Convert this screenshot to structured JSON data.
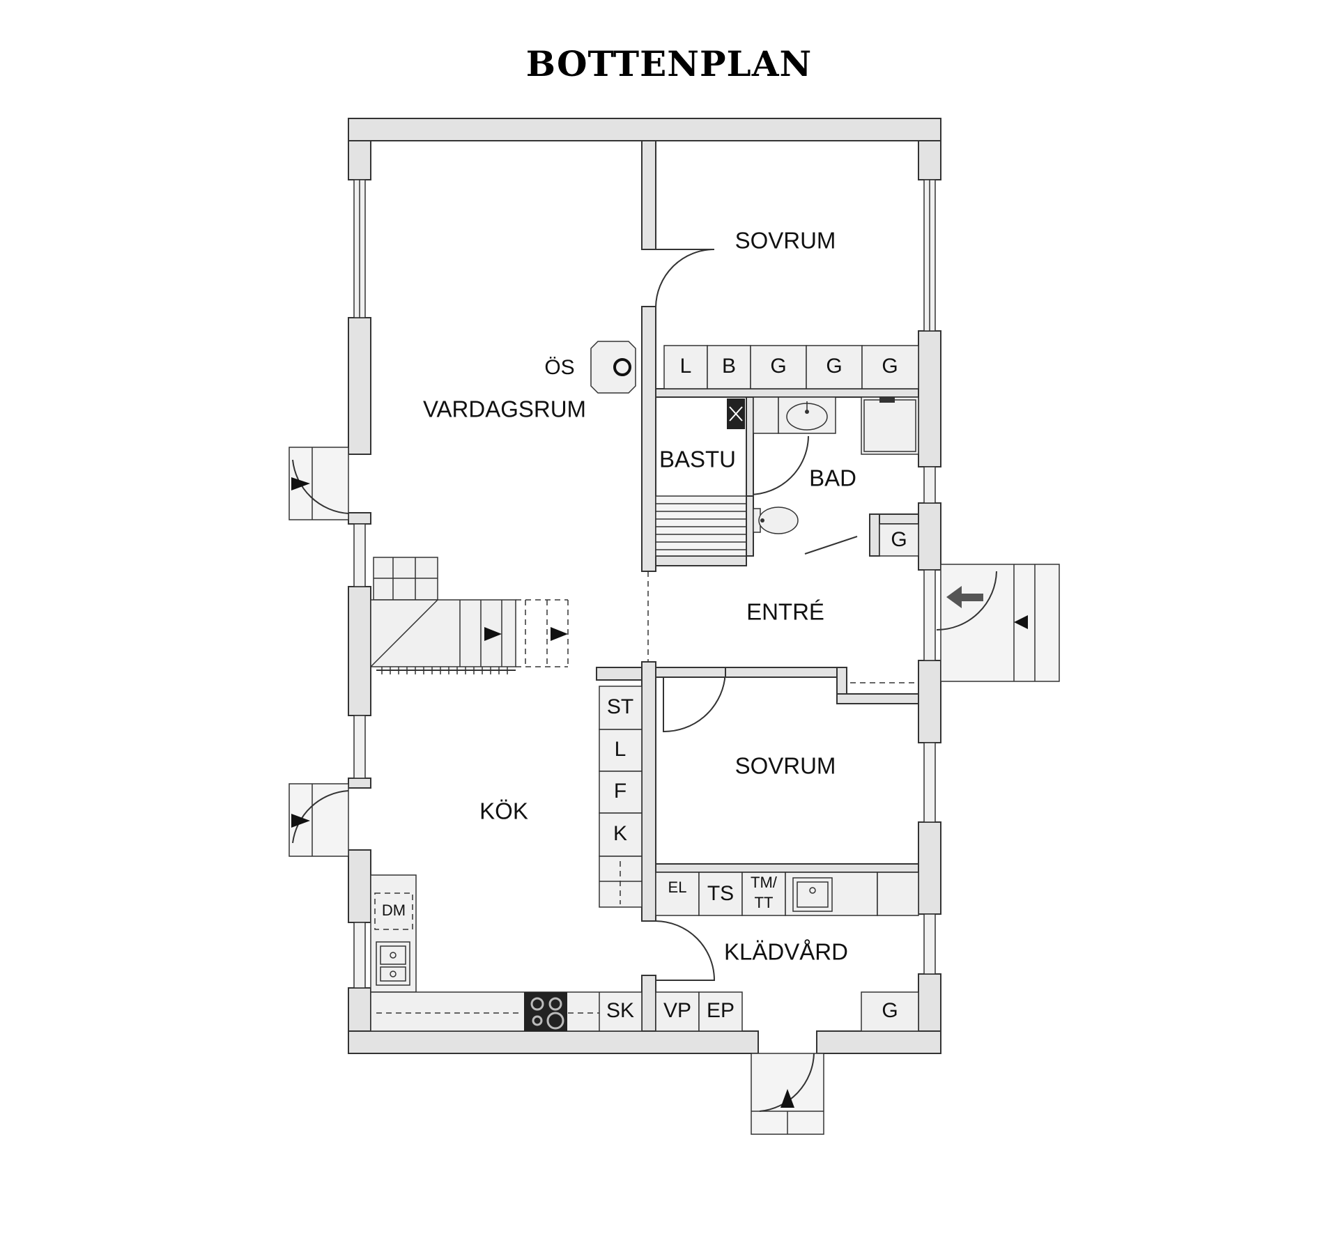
{
  "title": "BOTTENPLAN",
  "rooms": {
    "vardagsrum": "VARDAGSRUM",
    "sovrum_top": "SOVRUM",
    "bastu": "BASTU",
    "bad": "BAD",
    "entre": "ENTRÉ",
    "sovrum_bottom": "SOVRUM",
    "kok": "KÖK",
    "kladvard": "KLÄDVÅRD"
  },
  "fixtures": {
    "os": "ÖS",
    "wardrobe_top": [
      "L",
      "B",
      "G",
      "G",
      "G"
    ],
    "bad_g": "G",
    "kitchen_column": [
      "ST",
      "L",
      "F",
      "K"
    ],
    "dm": "DM",
    "sk": "SK",
    "el": "EL",
    "ts": "TS",
    "tm_tt_line1": "TM/",
    "tm_tt_line2": "TT",
    "vp": "VP",
    "ep": "EP",
    "kladvard_g": "G"
  }
}
